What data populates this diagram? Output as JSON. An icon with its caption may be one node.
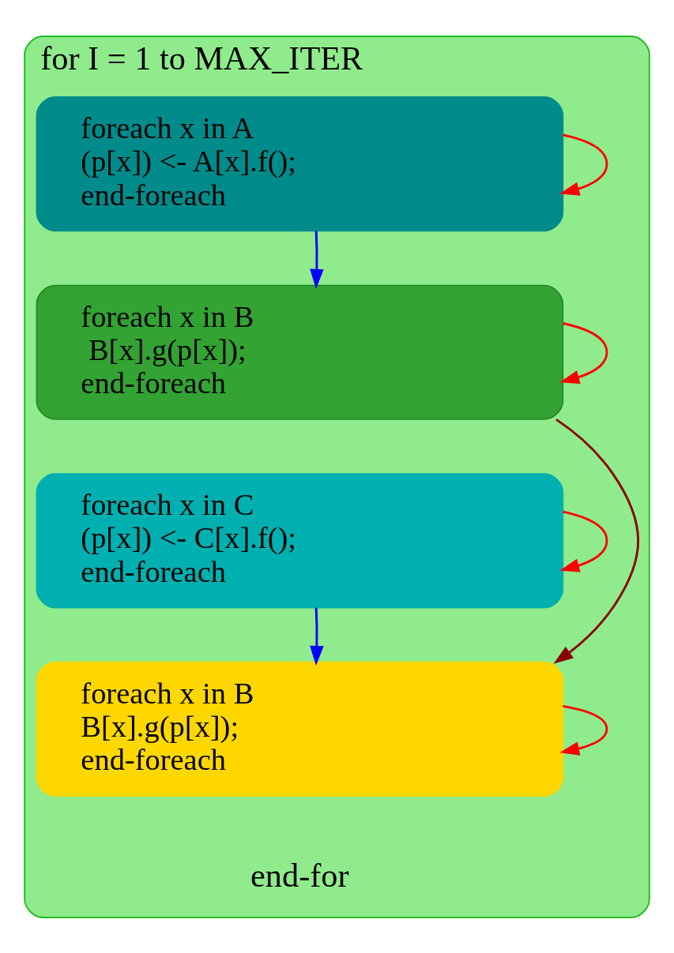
{
  "diagram": {
    "nodes": [
      {
        "text": [
          "for I = 1 to MAX_ITER",
          "end-for"
        ]
      },
      {
        "text": [
          "foreach x in A",
          " (p[x]) <- A[x].f();",
          "end-foreach"
        ],
        "in": 0
      },
      {
        "text": [
          "foreach x in B",
          "  B[x].g(p[x]);",
          "end-foreach"
        ],
        "in": 0
      },
      {
        "text": [
          "foreach x in C",
          " (p[x]) <- C[x].f();",
          "end-foreach"
        ],
        "in": 0
      },
      {
        "text": [
          "foreach x in B",
          " B[x].g(p[x]);",
          "end-foreach"
        ],
        "in": 0
      }
    ],
    "edges": [
      {
        "from": 1,
        "to": 1,
        "arrow": "to",
        "color": "#ff0000"
      },
      {
        "from": 1,
        "to": 2,
        "arrow": "to",
        "color": "#0000ff"
      },
      {
        "from": 2,
        "to": 2,
        "arrow": "to",
        "color": "#ff0000"
      },
      {
        "from": 2,
        "to": 4,
        "arrow": "to",
        "color": "#8b0000"
      },
      {
        "from": 3,
        "to": 3,
        "arrow": "to",
        "color": "#ff0000"
      },
      {
        "from": 3,
        "to": 4,
        "arrow": "to",
        "color": "#0000ff"
      },
      {
        "from": 4,
        "to": 4,
        "arrow": "to",
        "color": "#ff0000"
      }
    ]
  }
}
